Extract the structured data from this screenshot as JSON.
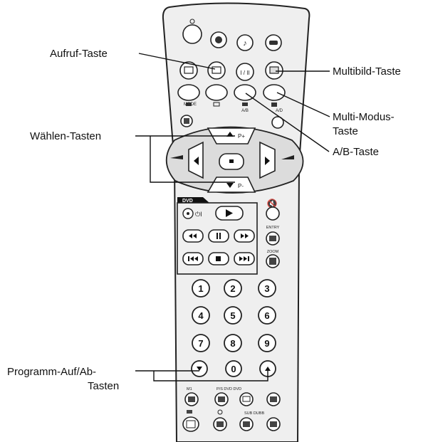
{
  "callouts": {
    "aufruf": "Aufruf-Taste",
    "multibild": "Multibild-Taste",
    "multimodus_1": "Multi-Modus-",
    "multimodus_2": "Taste",
    "waehlen": "Wählen-Tasten",
    "ab": "A/B-Taste",
    "programm_1": "Programm-Auf/Ab-",
    "programm_2": "Tasten"
  },
  "remote": {
    "dvd_label": "DVD",
    "small_labels": {
      "ab": "A/B",
      "mode": "MODE",
      "entry": "ENTRY",
      "zoom": "ZOOM",
      "ad": "A/D",
      "progs": "P/S  DVD  DVD",
      "sub": "SUB  DUBB"
    },
    "p_plus": "P+",
    "p_minus": "P-",
    "numbers": [
      "1",
      "2",
      "3",
      "4",
      "5",
      "6",
      "7",
      "8",
      "9"
    ],
    "zero": "0"
  },
  "colors": {
    "line": "#111111",
    "body": "#e9e9e9",
    "outline": "#222222"
  }
}
